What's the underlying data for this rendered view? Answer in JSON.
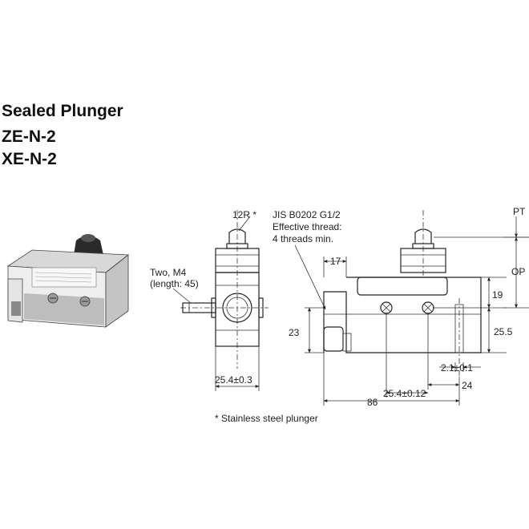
{
  "title": {
    "line1": "Sealed Plunger",
    "line2": "ZE-N-2",
    "line3": "XE-N-2"
  },
  "labels": {
    "radius": "12R *",
    "jis_line1": "JIS B0202 G1/2",
    "jis_line2": "Effective thread:",
    "jis_line3": "4 threads min.",
    "screws_line1": "Two, M4",
    "screws_line2": "(length: 45)",
    "pt": "PT",
    "op": "OP",
    "footnote": "* Stainless steel plunger"
  },
  "dimensions": {
    "d17": "17",
    "d19": "19",
    "d23": "23",
    "d25_5": "25.5",
    "d25_4_side": "25.4±0.3",
    "d2_1": "2.1±0.1",
    "d24": "24",
    "d25_4_front": "25.4±0.12",
    "d86": "86"
  }
}
